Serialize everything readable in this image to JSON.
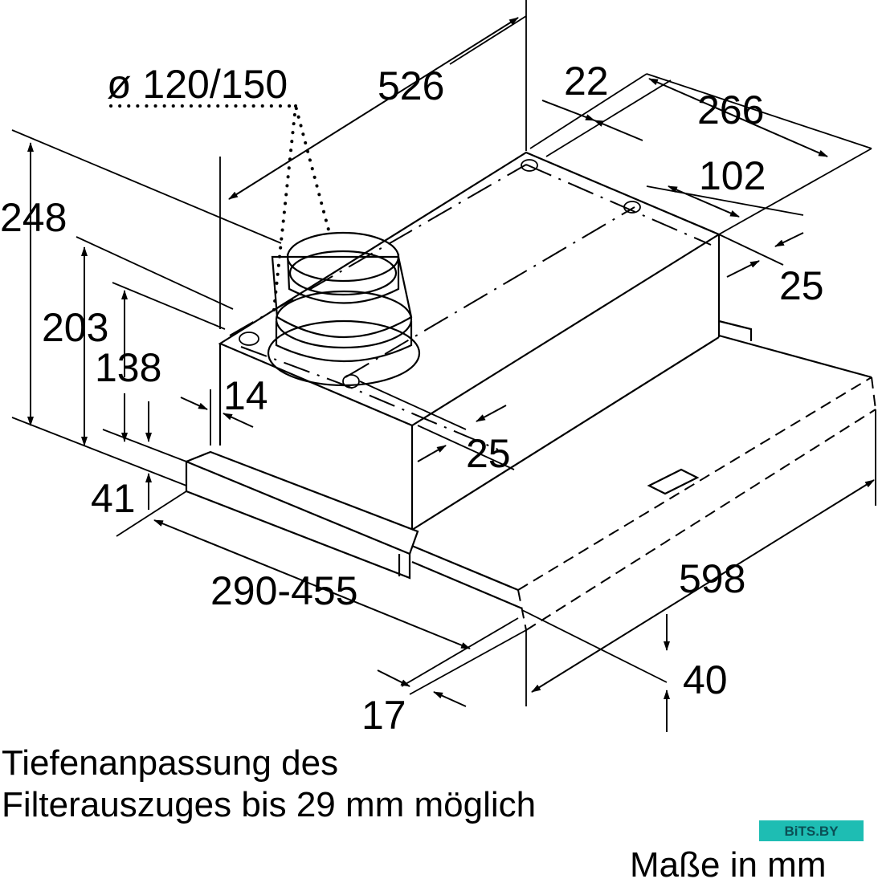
{
  "dimensions": {
    "duct_diameter": "ø 120/150",
    "width_top": "526",
    "offset_22": "22",
    "depth_266": "266",
    "depth_102": "102",
    "offset_25_right": "25",
    "height_248": "248",
    "height_203": "203",
    "height_138": "138",
    "offset_14": "14",
    "offset_25_front": "25",
    "height_41": "41",
    "depth_range": "290-455",
    "width_598": "598",
    "height_40": "40",
    "offset_17": "17"
  },
  "caption": {
    "line1": "Tiefenanpassung des",
    "line2": "Filterauszuges bis 29 mm möglich"
  },
  "units_note": "Maße in mm",
  "watermark": {
    "text": "BiTS.BY",
    "color": "#1ebdb3"
  }
}
